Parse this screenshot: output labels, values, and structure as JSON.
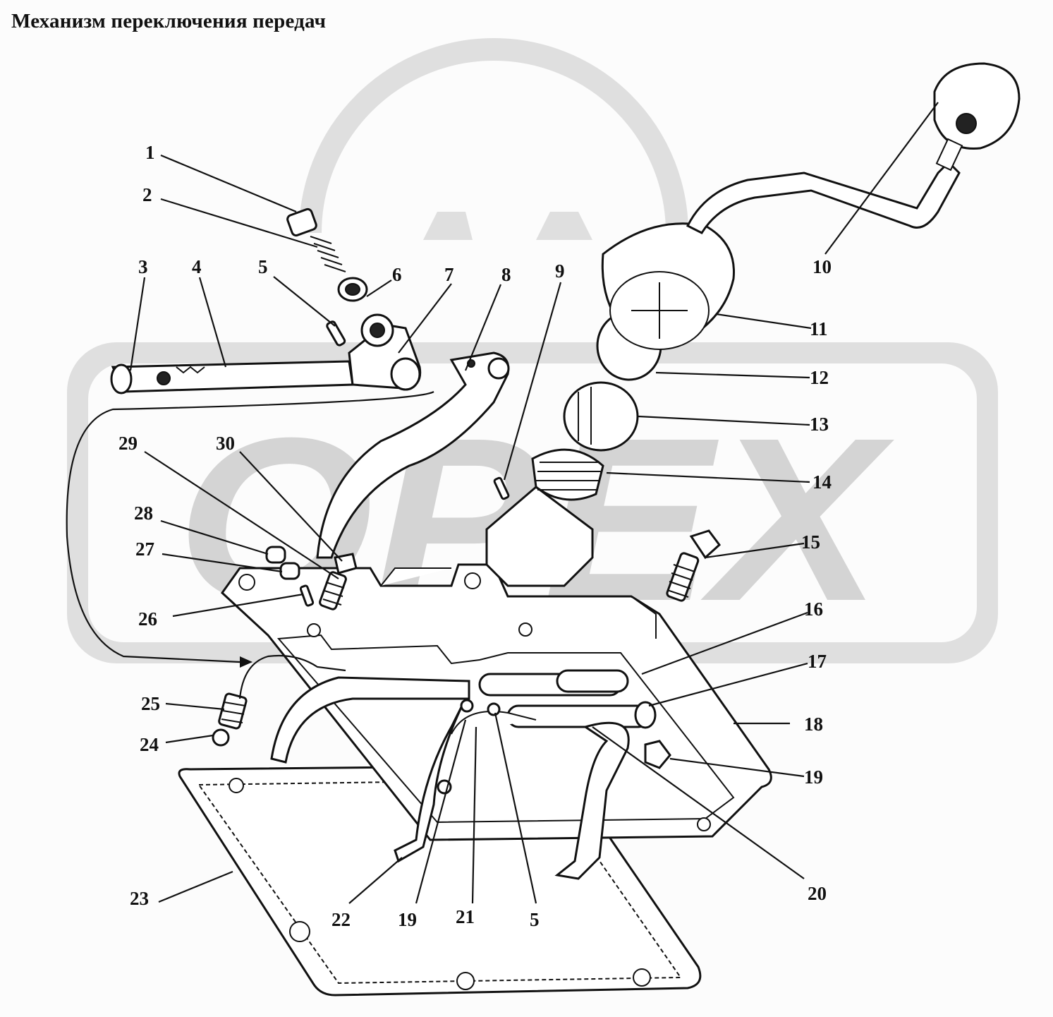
{
  "title": "Механизм переключения передач",
  "watermark": {
    "text": "OPEX",
    "color": "#d0d0d0"
  },
  "colors": {
    "line": "#111111",
    "background": "#fcfcfc",
    "part_fill": "#ffffff"
  },
  "callouts": [
    "1",
    "2",
    "3",
    "4",
    "5",
    "6",
    "7",
    "8",
    "9",
    "10",
    "11",
    "12",
    "13",
    "14",
    "15",
    "16",
    "17",
    "18",
    "19",
    "20",
    "21",
    "22",
    "23",
    "24",
    "25",
    "26",
    "27",
    "28",
    "29",
    "30",
    "19",
    "5"
  ]
}
